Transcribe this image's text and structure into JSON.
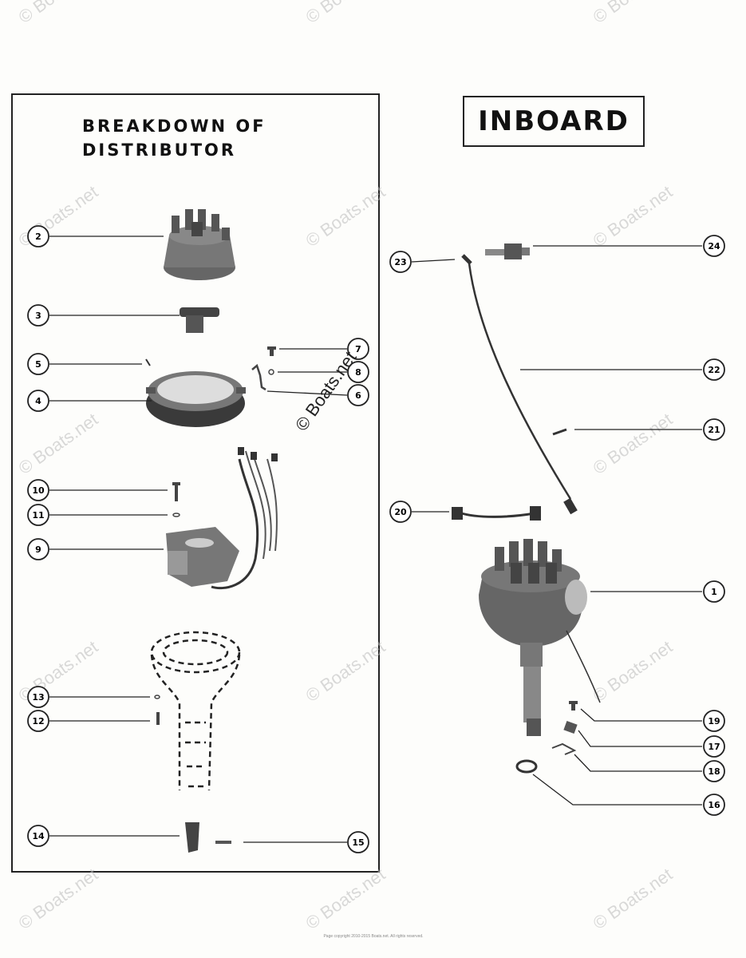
{
  "header": {
    "breakdown_line1": "BREAKDOWN OF",
    "breakdown_line2": "DISTRIBUTOR",
    "inboard": "INBOARD"
  },
  "watermark": "© Boats.net",
  "footer_note": "Page copyright 2010-2015 Boats.net. All rights reserved.",
  "callouts": [
    "1",
    "2",
    "3",
    "4",
    "5",
    "6",
    "7",
    "8",
    "9",
    "10",
    "11",
    "12",
    "13",
    "14",
    "15",
    "16",
    "17",
    "18",
    "19",
    "20",
    "21",
    "22",
    "23",
    "24"
  ],
  "colors": {
    "ink": "#222222",
    "part": "#555555",
    "part_dark": "#333333"
  }
}
